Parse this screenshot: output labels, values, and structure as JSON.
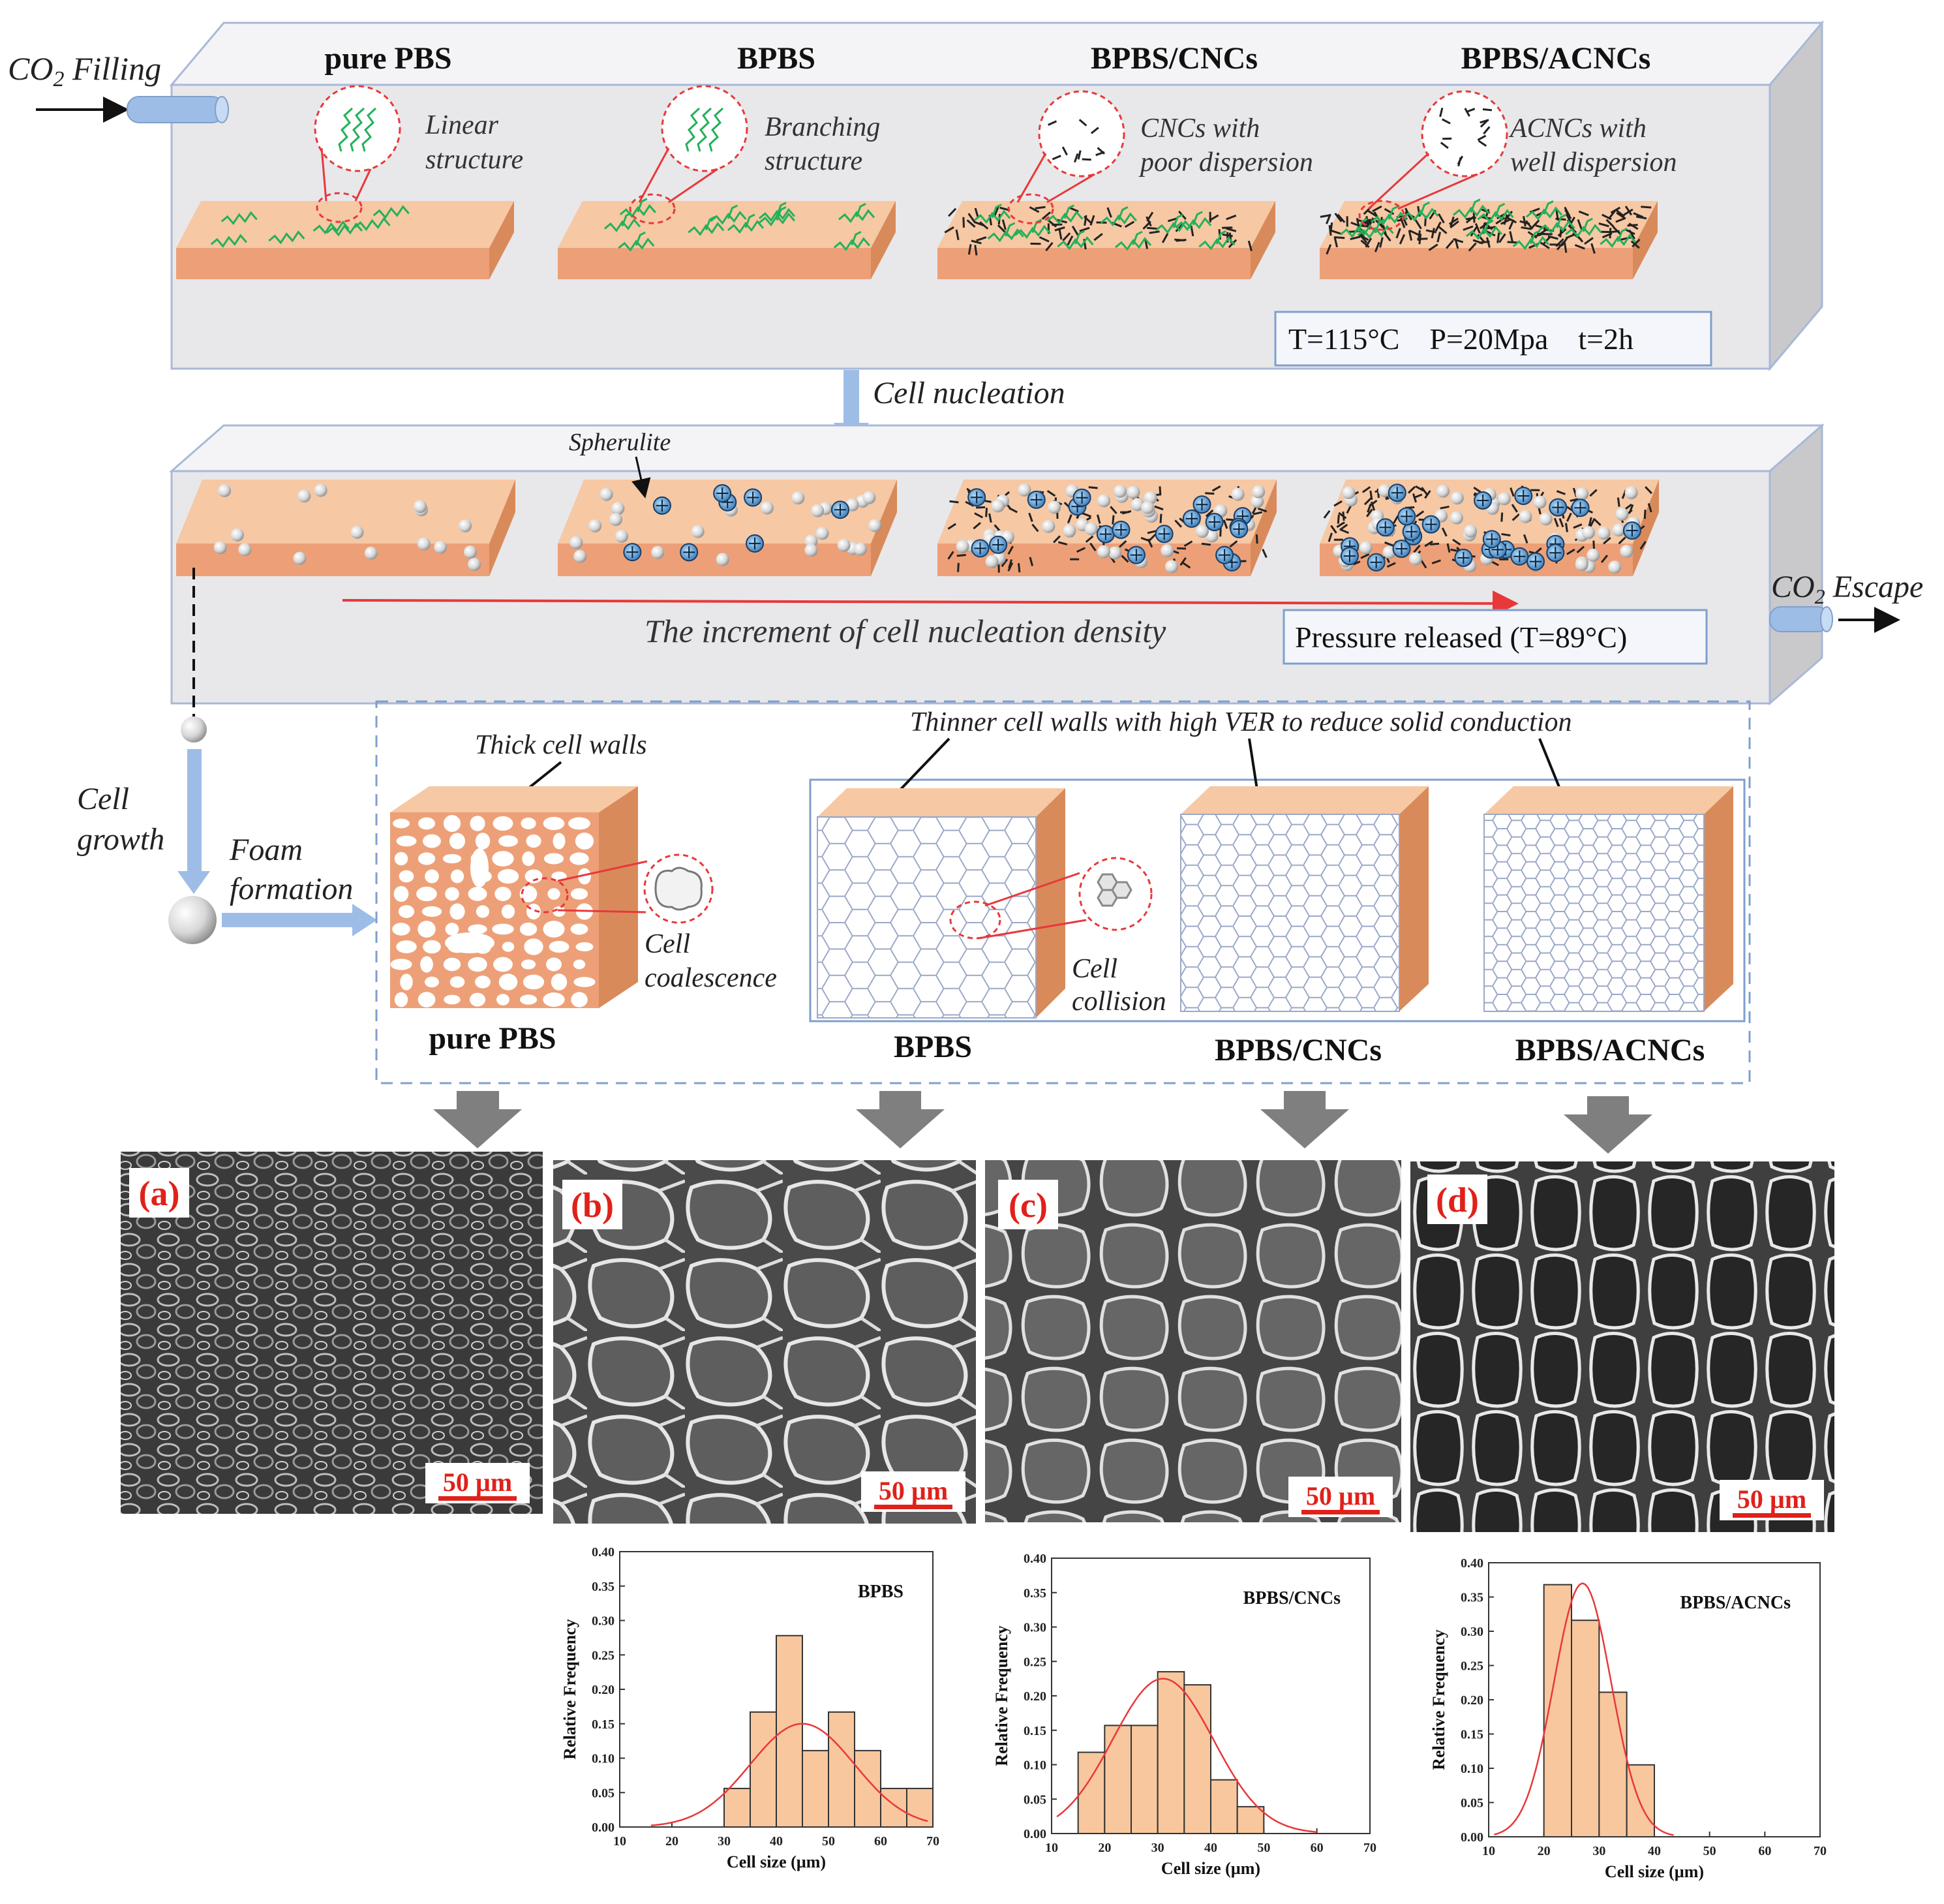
{
  "stage1": {
    "co2_filling": "CO",
    "co2_filling_sub": "2",
    "co2_filling_rest": " Filling",
    "titles": [
      "pure PBS",
      "BPBS",
      "BPBS/CNCs",
      "BPBS/ACNCs"
    ],
    "callouts": [
      [
        "Linear",
        "structure"
      ],
      [
        "Branching",
        "structure"
      ],
      [
        "CNCs with",
        "poor dispersion"
      ],
      [
        "ACNCs with",
        "well dispersion"
      ]
    ],
    "conditions": "T=115°C    P=20Mpa    t=2h"
  },
  "cell_nucleation": "Cell nucleation",
  "stage2": {
    "spherulite": "Spherulite",
    "increment": "The increment of cell nucleation density",
    "pressure": "Pressure released (T=89°C)",
    "co2_escape": "CO",
    "co2_escape_sub": "2",
    "co2_escape_rest": " Escape"
  },
  "stage3": {
    "cell_growth": [
      "Cell",
      "growth"
    ],
    "foam_formation": [
      "Foam",
      "formation"
    ],
    "thick_walls": "Thick cell walls",
    "thinner_walls": "Thinner cell walls with high VER to reduce solid conduction",
    "coalescence": [
      "Cell",
      "coalescence"
    ],
    "collision": [
      "Cell",
      "collision"
    ],
    "labels": [
      "pure PBS",
      "BPBS",
      "BPBS/CNCs",
      "BPBS/ACNCs"
    ]
  },
  "sem": {
    "panels": [
      "(a)",
      "(b)",
      "(c)",
      "(d)"
    ],
    "scale_bar": "50 µm"
  },
  "chart_data": [
    {
      "type": "bar",
      "title": "BPBS",
      "xlabel": "Cell size (µm)",
      "ylabel": "Relative Frequency",
      "xlim": [
        10,
        70
      ],
      "ylim": [
        0,
        0.4
      ],
      "xticks": [
        "10",
        "20",
        "30",
        "40",
        "50",
        "60",
        "70"
      ],
      "yticks": [
        "0.00",
        "0.05",
        "0.10",
        "0.15",
        "0.20",
        "0.25",
        "0.30",
        "0.35",
        "0.40"
      ],
      "bin_width": 5,
      "bins": [
        32.5,
        37.5,
        42.5,
        47.5,
        52.5,
        57.5,
        62.5,
        67.5
      ],
      "values": [
        0.056,
        0.167,
        0.278,
        0.111,
        0.167,
        0.111,
        0.056,
        0.056
      ],
      "fit": {
        "mean": 45,
        "sd": 10,
        "peak": 0.15
      }
    },
    {
      "type": "bar",
      "title": "BPBS/CNCs",
      "xlabel": "Cell size (µm)",
      "ylabel": "Relative Frequency",
      "xlim": [
        10,
        70
      ],
      "ylim": [
        0,
        0.4
      ],
      "xticks": [
        "10",
        "20",
        "30",
        "40",
        "50",
        "60",
        "70"
      ],
      "yticks": [
        "0.00",
        "0.05",
        "0.10",
        "0.15",
        "0.20",
        "0.25",
        "0.30",
        "0.35",
        "0.40"
      ],
      "bin_width": 5,
      "bins": [
        17.5,
        22.5,
        27.5,
        32.5,
        37.5,
        42.5,
        47.5
      ],
      "values": [
        0.118,
        0.157,
        0.157,
        0.235,
        0.216,
        0.078,
        0.039
      ],
      "fit": {
        "mean": 31,
        "sd": 9.5,
        "peak": 0.225
      }
    },
    {
      "type": "bar",
      "title": "BPBS/ACNCs",
      "xlabel": "Cell size (µm)",
      "ylabel": "Relative Frequency",
      "xlim": [
        10,
        70
      ],
      "ylim": [
        0,
        0.4
      ],
      "xticks": [
        "10",
        "20",
        "30",
        "40",
        "50",
        "60",
        "70"
      ],
      "yticks": [
        "0.00",
        "0.05",
        "0.10",
        "0.15",
        "0.20",
        "0.25",
        "0.30",
        "0.35",
        "0.40"
      ],
      "bin_width": 5,
      "bins": [
        22.5,
        27.5,
        32.5,
        37.5
      ],
      "values": [
        0.368,
        0.316,
        0.211,
        0.105
      ],
      "fit": {
        "mean": 27,
        "sd": 5.2,
        "peak": 0.37
      }
    }
  ],
  "colors": {
    "slab_top": "#f6c8a4",
    "slab_front": "#eda077",
    "slab_side": "#d98a5a",
    "box": "#e8e8ea",
    "box_edge": "#a9b8d8",
    "arrow_blue": "#9ebde6",
    "chain": "#22b15a",
    "red": "#e8383a",
    "bar": "#f8c79d",
    "grey_arrow": "#7f7f7f"
  }
}
